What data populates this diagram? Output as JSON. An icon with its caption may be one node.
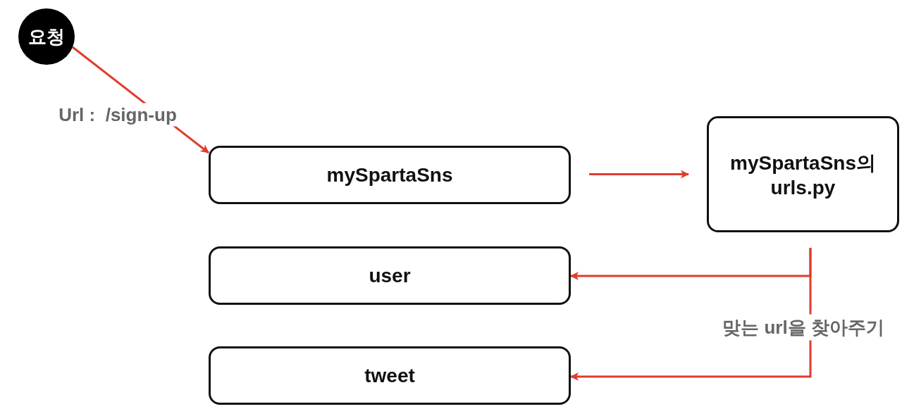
{
  "diagram": {
    "nodes": [
      {
        "text": [
          "요청"
        ]
      },
      {
        "text": [
          "mySpartaSns"
        ]
      },
      {
        "text": [
          "mySpartaSns의 urls.py"
        ]
      },
      {
        "text": [
          "user"
        ]
      },
      {
        "text": [
          "tweet"
        ]
      }
    ],
    "edges": [
      {
        "from": 0,
        "to": 1,
        "arrow": "to",
        "label": "Url :  /sign-up"
      },
      {
        "from": 1,
        "to": 2,
        "arrow": "to"
      },
      {
        "from": 2,
        "to": 3,
        "arrow": "to"
      },
      {
        "from": 2,
        "to": 4,
        "arrow": "to",
        "label": "맞는 url을 찾아주기"
      }
    ]
  }
}
